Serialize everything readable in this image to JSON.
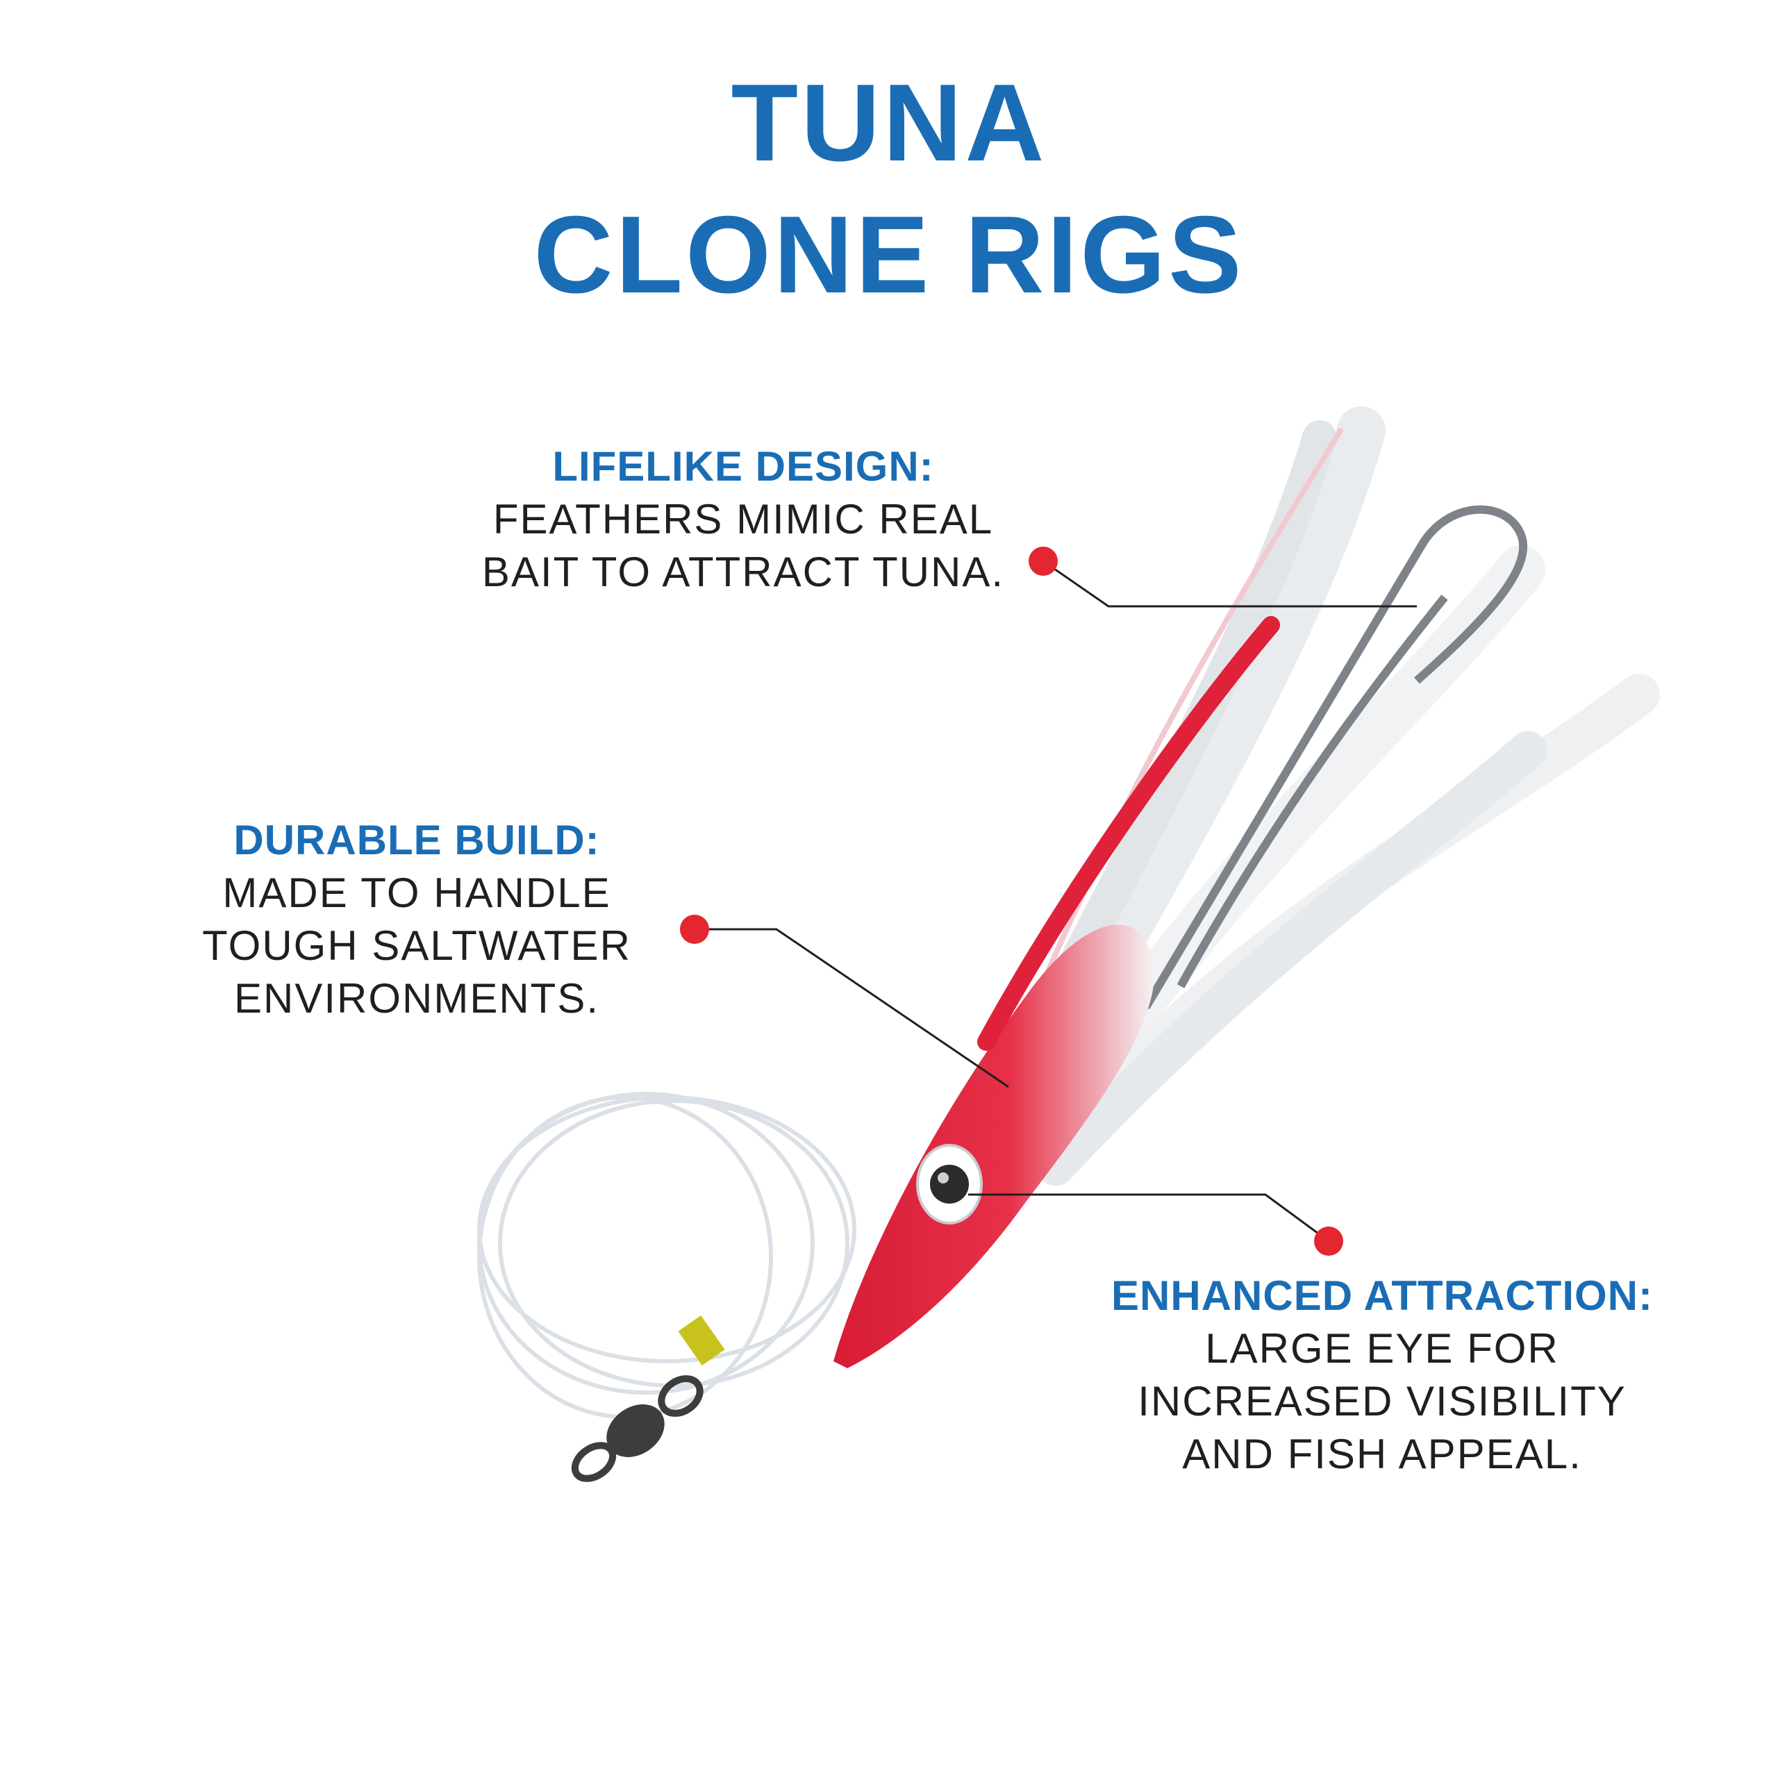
{
  "title": {
    "line1": "TUNA",
    "line2": "CLONE RIGS"
  },
  "callouts": {
    "lifelike": {
      "heading": "LIFELIKE DESIGN:",
      "line1": "FEATHERS MIMIC REAL",
      "line2": "BAIT TO ATTRACT TUNA."
    },
    "durable": {
      "heading": "DURABLE BUILD:",
      "line1": "MADE TO HANDLE",
      "line2": "TOUGH SALTWATER",
      "line3": "ENVIRONMENTS."
    },
    "enhanced": {
      "heading": "ENHANCED ATTRACTION:",
      "line1": "LARGE EYE FOR",
      "line2": "INCREASED VISIBILITY",
      "line3": "AND FISH APPEAL."
    }
  },
  "colors": {
    "accent": "#1a6db5",
    "marker": "#e3262f",
    "text": "#1f1f1f",
    "lure_red": "#e0213a"
  }
}
